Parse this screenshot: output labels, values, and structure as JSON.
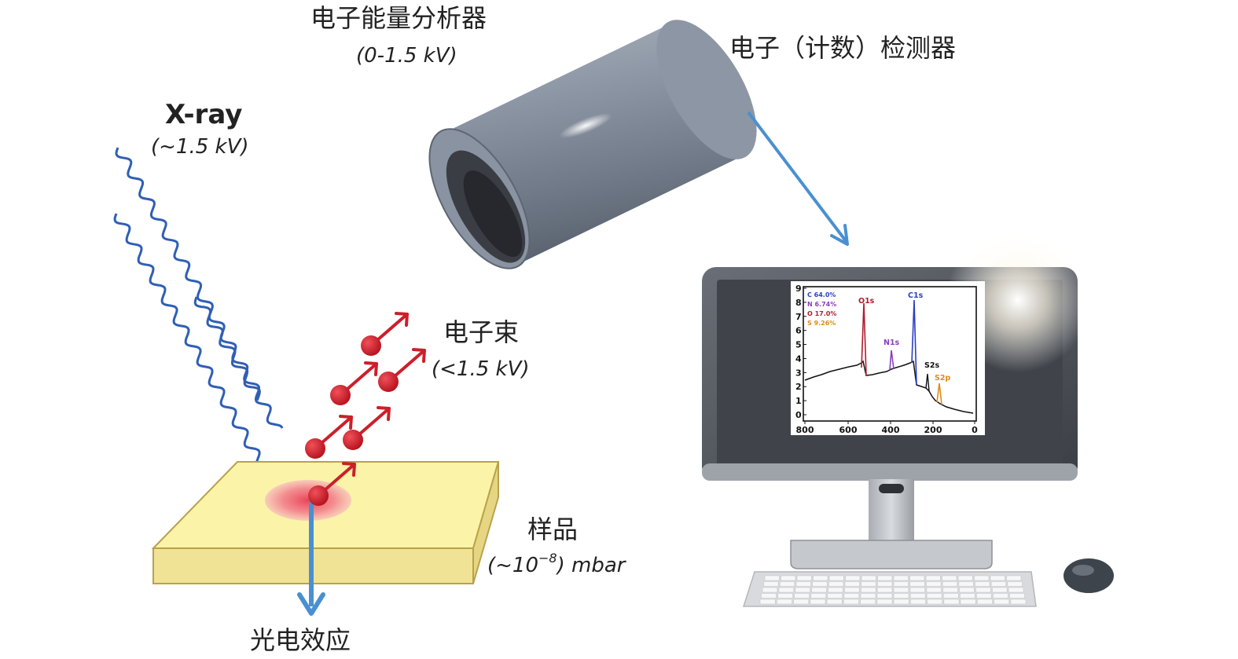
{
  "labels": {
    "analyzer": "电子能量分析器",
    "analyzer_sub": "(0-1.5 kV)",
    "detector": "电子（计数）检测器",
    "xray": "X-ray",
    "xray_sub": "(~1.5 kV)",
    "beam": "电子束",
    "beam_sub": "(<1.5 kV)",
    "sample": "样品",
    "sample_sub_pre": "(~10",
    "sample_sub_exp": "−8",
    "sample_sub_post": ") mbar",
    "photo_effect": "光电效应"
  },
  "colors": {
    "xray_wave": "#2f5fb5",
    "electron": "#cc1f2a",
    "arrow_blue": "#4a90d0",
    "sample_top": "#fbf3a8",
    "sample_side": "#f1e396",
    "analyzer_body": "#7c8593"
  },
  "spectrum": {
    "x_ticks": [
      "800",
      "600",
      "400",
      "200",
      "0"
    ],
    "y_ticks": [
      "0",
      "1",
      "2",
      "3",
      "4",
      "5",
      "6",
      "7",
      "8",
      "9"
    ],
    "legend": [
      {
        "text": "C 64.0%",
        "color": "#2b3fc7"
      },
      {
        "text": "N 6.74%",
        "color": "#8b3fc0"
      },
      {
        "text": "O 17.0%",
        "color": "#b01c2e"
      },
      {
        "text": "S 9.26%",
        "color": "#e08a1a"
      }
    ],
    "peaks": [
      {
        "label": "O1s",
        "color": "#b01c2e"
      },
      {
        "label": "N1s",
        "color": "#8b3fc0"
      },
      {
        "label": "C1s",
        "color": "#2b3fc7"
      },
      {
        "label": "S2s",
        "color": "#111111"
      },
      {
        "label": "S2p",
        "color": "#e08a1a"
      }
    ]
  }
}
